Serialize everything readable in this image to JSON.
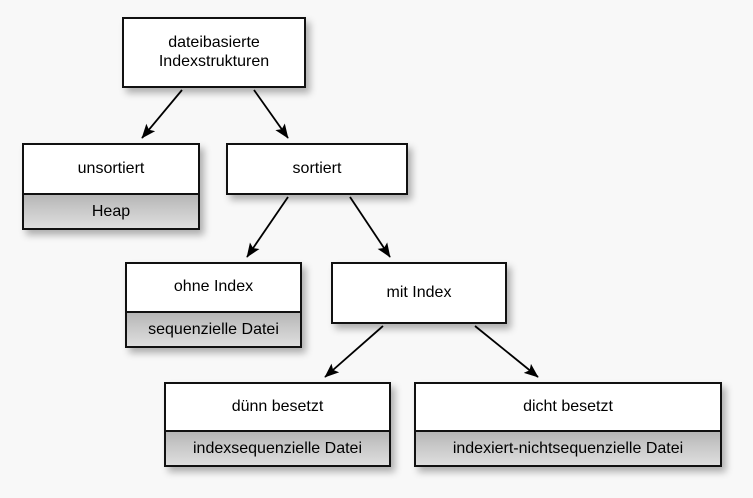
{
  "diagram": {
    "title_text": "dateibasierte Indexstrukturen",
    "background_color": "#f8f8f8",
    "node_fill": "#ffffff",
    "sub_fill": "#c9c9c9",
    "border_color": "#111111",
    "edge_color": "#000000",
    "nodes": {
      "root": {
        "label": "dateibasierte\nIndexstrukturen",
        "sub": null
      },
      "unsorted": {
        "label": "unsortiert",
        "sub": "Heap"
      },
      "sorted": {
        "label": "sortiert",
        "sub": null
      },
      "no_index": {
        "label": "ohne Index",
        "sub": "sequenzielle Datei"
      },
      "with_index": {
        "label": "mit Index",
        "sub": null
      },
      "sparse": {
        "label": "dünn besetzt",
        "sub": "indexsequenzielle Datei"
      },
      "dense": {
        "label": "dicht besetzt",
        "sub": "indexiert-nichtsequenzielle Datei"
      }
    },
    "edges": [
      {
        "from": "root",
        "to": "unsorted"
      },
      {
        "from": "root",
        "to": "sorted"
      },
      {
        "from": "sorted",
        "to": "no_index"
      },
      {
        "from": "sorted",
        "to": "with_index"
      },
      {
        "from": "with_index",
        "to": "sparse"
      },
      {
        "from": "with_index",
        "to": "dense"
      }
    ]
  }
}
